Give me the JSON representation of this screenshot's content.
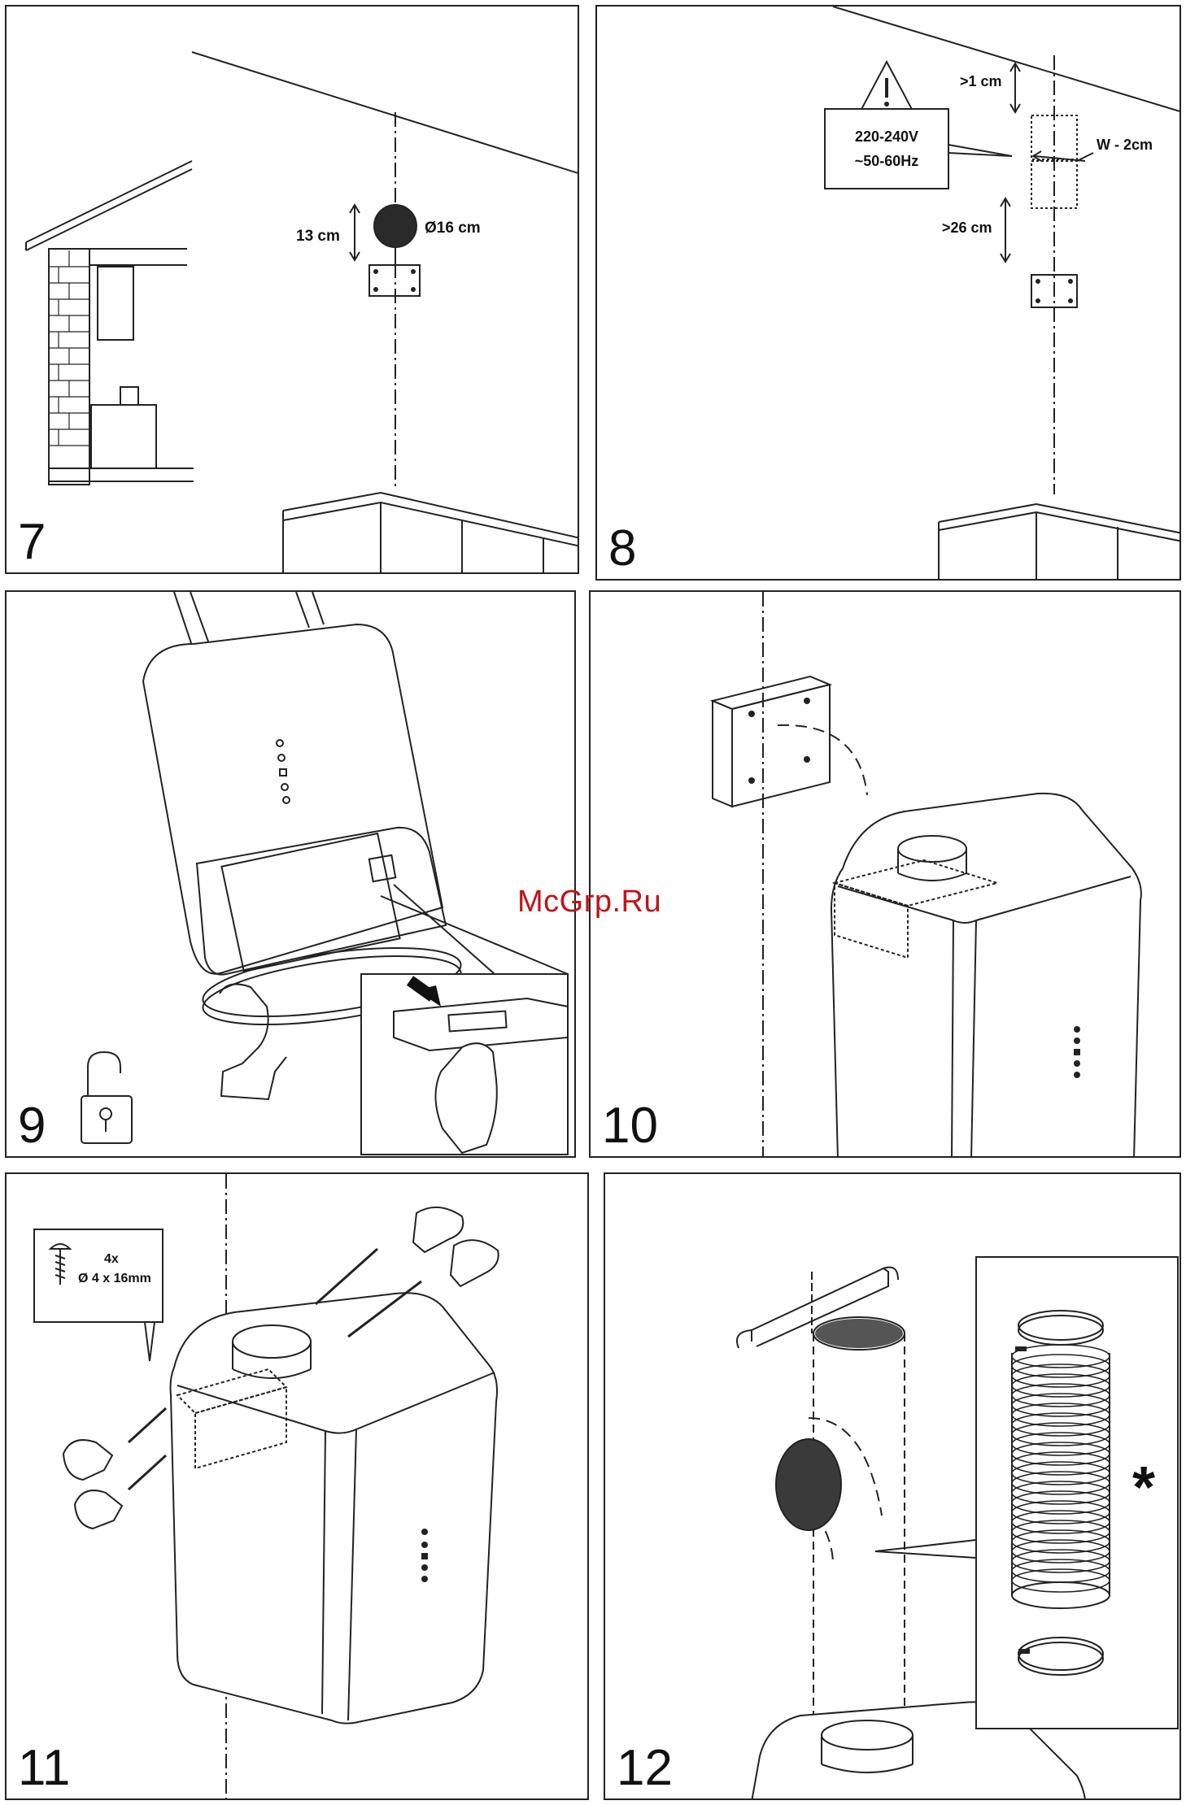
{
  "watermark": "McGrp.Ru",
  "panels": {
    "p7": {
      "number": "7",
      "height_label": "13 cm",
      "diameter_label": "Ø16 cm"
    },
    "p8": {
      "number": "8",
      "voltage": "220-240V",
      "frequency": "~50-60Hz",
      "top_gap": ">1 cm",
      "width_label": "W - 2cm",
      "bottom_gap": ">26 cm"
    },
    "p9": {
      "number": "9"
    },
    "p10": {
      "number": "10"
    },
    "p11": {
      "number": "11",
      "screw_qty": "4x",
      "screw_spec": "Ø 4 x 16mm"
    },
    "p12": {
      "number": "12",
      "asterisk": "*"
    }
  }
}
